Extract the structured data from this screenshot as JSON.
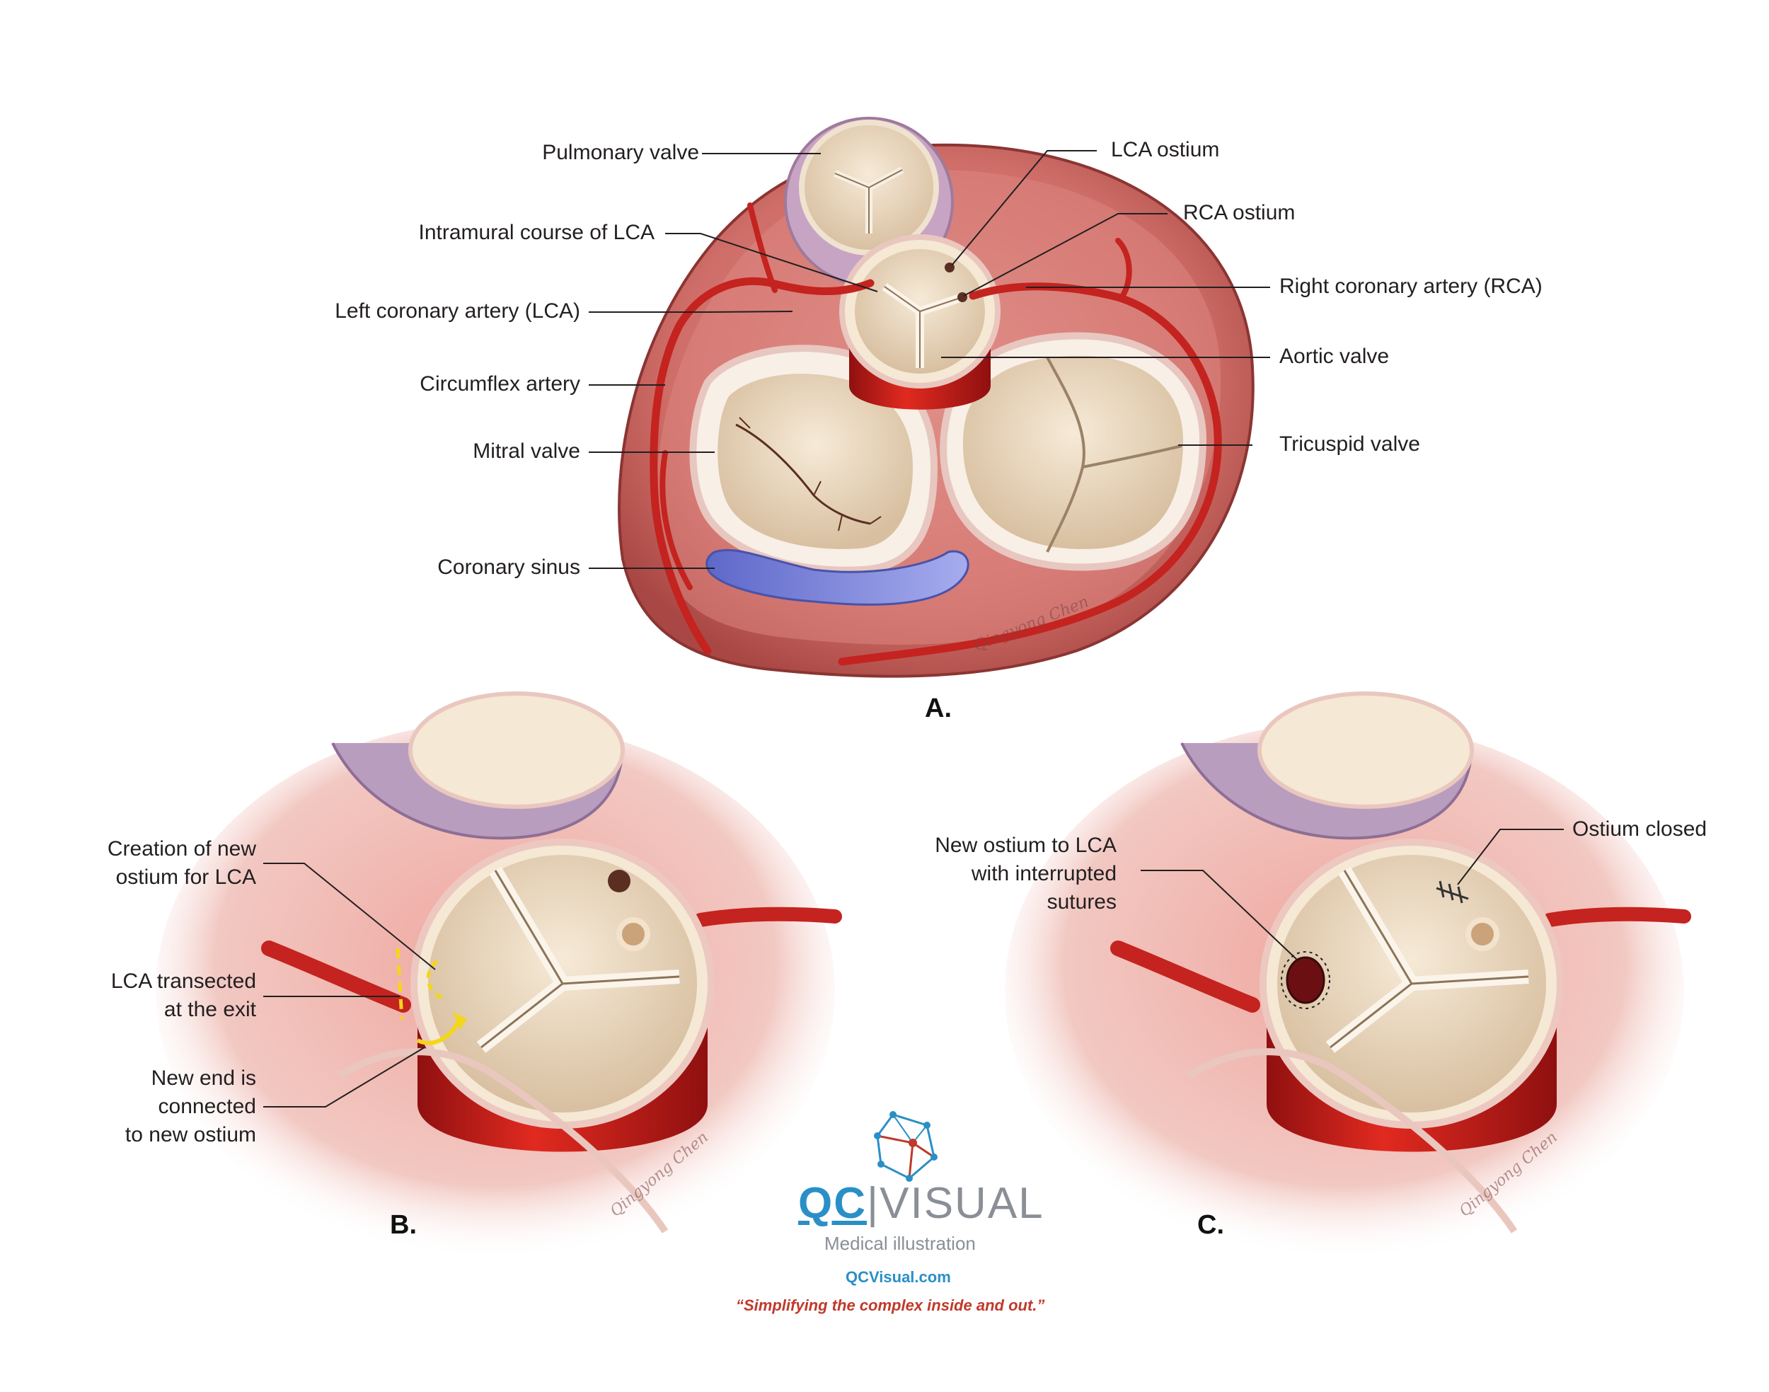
{
  "panel_a": {
    "letter": "A.",
    "labels_left": {
      "pulmonary_valve": "Pulmonary valve",
      "intramural_course": "Intramural course of LCA",
      "left_coronary_artery": "Left coronary artery (LCA)",
      "circumflex_artery": "Circumflex artery",
      "mitral_valve": "Mitral valve",
      "coronary_sinus": "Coronary sinus"
    },
    "labels_right": {
      "lca_ostium": "LCA ostium",
      "rca_ostium": "RCA ostium",
      "right_coronary_artery": "Right coronary artery (RCA)",
      "aortic_valve": "Aortic valve",
      "tricuspid_valve": "Tricuspid valve"
    },
    "signature": "Qingyong Chen"
  },
  "panel_b": {
    "letter": "B.",
    "labels": {
      "new_ostium": "Creation of new\nostium for LCA",
      "lca_transected": "LCA transected\nat the exit",
      "new_end": "New end is\nconnected\nto new ostium"
    },
    "signature": "Qingyong Chen"
  },
  "panel_c": {
    "letter": "C.",
    "labels": {
      "new_ostium_sutures": "New ostium to LCA\nwith interrupted\nsutures",
      "ostium_closed": "Ostium closed"
    },
    "signature": "Qingyong Chen"
  },
  "branding": {
    "logo_mark": "QC",
    "logo_word": "VISUAL",
    "subtitle": "Medical illustration",
    "url": "QCVisual.com",
    "tagline": "“Simplifying the complex inside and out.”"
  },
  "colors": {
    "heart_outer": "#c8615e",
    "heart_inner": "#d97a76",
    "artery": "#c4231f",
    "valve": "#e9d6bc",
    "sinus": "#7b86d8",
    "pulmonary_rim": "#c7a4c4",
    "brand_blue": "#2a8fc7",
    "brand_red": "#c0392b"
  }
}
